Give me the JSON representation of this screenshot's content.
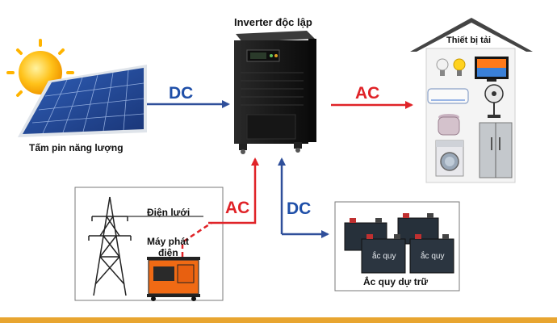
{
  "labels": {
    "inverter": "Inverter độc lập",
    "solar_panel": "Tấm pin năng lượng",
    "loads": "Thiết bị tải",
    "grid": "Điện lưới",
    "generator_line1": "Máy phát",
    "generator_line2": "điện",
    "battery": "Ắc quy dự trữ",
    "battery_face": "ắc quy"
  },
  "flows": {
    "solar_to_inverter": "DC",
    "inverter_to_loads": "AC",
    "grid_to_inverter": "AC",
    "inverter_to_battery": "DC"
  },
  "colors": {
    "dc_arrow": "#2f4f9a",
    "ac_arrow": "#e02328",
    "accent_strip": "#e8a530"
  }
}
